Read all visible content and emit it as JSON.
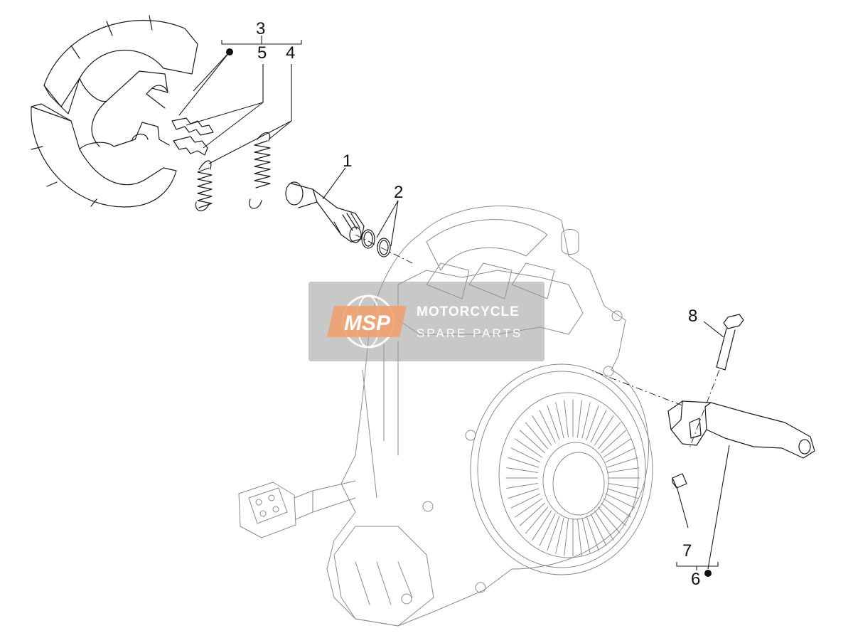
{
  "callouts": {
    "c1": "1",
    "c2": "2",
    "c3": "3",
    "c4": "4",
    "c5": "5",
    "c6": "6",
    "c7": "7",
    "c8": "8"
  },
  "watermark": {
    "logo": "MSP",
    "line1": "MOTORCYCLE",
    "line2": "SPARE PARTS"
  },
  "colors": {
    "line": "#1a1a1a",
    "background": "#ffffff",
    "watermark_box": "#9a9a9a",
    "watermark_logo": "#f0a070"
  }
}
